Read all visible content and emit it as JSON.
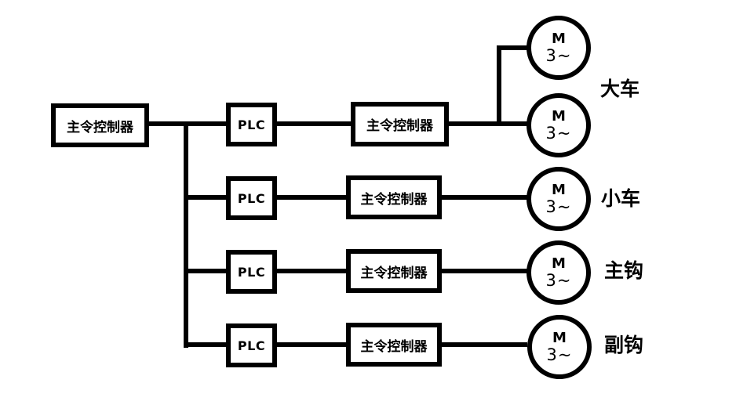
{
  "diagram": {
    "type": "crane-plc-control-block-diagram",
    "master_controller": {
      "label": "主令控制器"
    },
    "rows": [
      {
        "plc_label": "PLC",
        "controller_label": "主令控制器",
        "group_label": "大车",
        "motors": [
          {
            "symbol": "M",
            "phase": "3~"
          },
          {
            "symbol": "M",
            "phase": "3~"
          }
        ]
      },
      {
        "plc_label": "PLC",
        "controller_label": "主令控制器",
        "group_label": "小车",
        "motors": [
          {
            "symbol": "M",
            "phase": "3~"
          }
        ]
      },
      {
        "plc_label": "PLC",
        "controller_label": "主令控制器",
        "group_label": "主钩",
        "motors": [
          {
            "symbol": "M",
            "phase": "3~"
          }
        ]
      },
      {
        "plc_label": "PLC",
        "controller_label": "主令控制器",
        "group_label": "副钩",
        "motors": [
          {
            "symbol": "M",
            "phase": "3~"
          }
        ]
      }
    ],
    "colors": {
      "line": "#000000",
      "background": "#ffffff",
      "text": "#000000"
    }
  }
}
